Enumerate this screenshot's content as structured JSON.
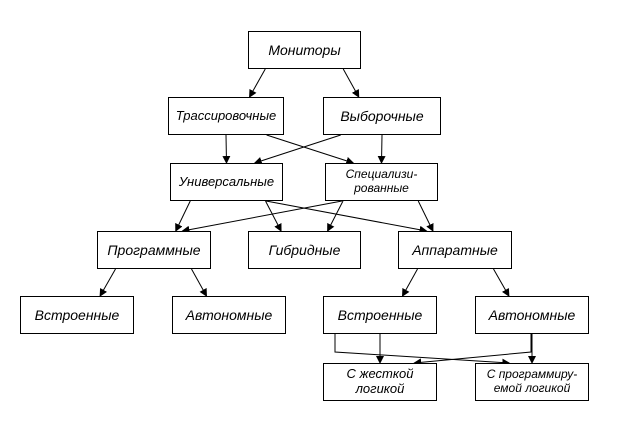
{
  "nodes": {
    "monitors": "Мониторы",
    "tracing": "Трассировочные",
    "sampling": "Выборочные",
    "universal": "Универсальные",
    "specialized": "Специализи-\nрованные",
    "software": "Программные",
    "hybrid": "Гибридные",
    "hardware": "Аппаратные",
    "software_builtin": "Встроенные",
    "software_standalone": "Автономные",
    "hardware_builtin": "Встроенные",
    "hardware_standalone": "Автономные",
    "hardwired_logic": "С жесткой\nлогикой",
    "programmable_logic": "С программиру-\nемой логикой"
  },
  "edges": [
    [
      "monitors",
      "tracing"
    ],
    [
      "monitors",
      "sampling"
    ],
    [
      "tracing",
      "universal"
    ],
    [
      "tracing",
      "specialized"
    ],
    [
      "sampling",
      "universal"
    ],
    [
      "sampling",
      "specialized"
    ],
    [
      "universal",
      "software"
    ],
    [
      "universal",
      "hybrid"
    ],
    [
      "universal",
      "hardware"
    ],
    [
      "specialized",
      "software"
    ],
    [
      "specialized",
      "hybrid"
    ],
    [
      "specialized",
      "hardware"
    ],
    [
      "software",
      "software_builtin"
    ],
    [
      "software",
      "software_standalone"
    ],
    [
      "hardware",
      "hardware_builtin"
    ],
    [
      "hardware",
      "hardware_standalone"
    ],
    [
      "hardware_builtin",
      "hardwired_logic"
    ],
    [
      "hardware_builtin",
      "programmable_logic"
    ],
    [
      "hardware_standalone",
      "hardwired_logic"
    ],
    [
      "hardware_standalone",
      "programmable_logic"
    ]
  ]
}
